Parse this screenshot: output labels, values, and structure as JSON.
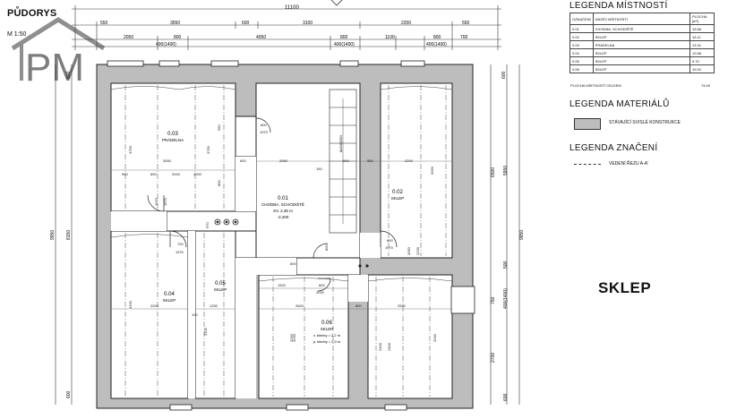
{
  "header": {
    "title": "PŮDORYS",
    "scale": "M 1:50",
    "logo_text": "PM"
  },
  "dimensions": {
    "overall": "11100",
    "top_row1": [
      "550",
      "3550",
      "600",
      "3100",
      "2200",
      "550"
    ],
    "top_row2": [
      "2050",
      "800",
      "4050",
      "800",
      "1100",
      "800",
      "700"
    ],
    "top_row2_sub": [
      "400(1400)",
      "400(1400)",
      "400(1400)"
    ],
    "left": [
      "600",
      "9950",
      "8150",
      "600"
    ],
    "right": [
      "600",
      "6500",
      "5950",
      "9950",
      "500",
      "400(1400)",
      "750",
      "2700",
      "600"
    ],
    "interior": [
      "3750",
      "3550",
      "3750",
      "2000",
      "950",
      "800",
      "2000",
      "2050",
      "950",
      "800",
      "150",
      "600",
      "2200",
      "3050",
      "550",
      "900",
      "700",
      "1970",
      "800",
      "1970",
      "670",
      "4150",
      "2200",
      "1250",
      "3700",
      "100",
      "1520",
      "600",
      "800",
      "2020",
      "2600",
      "3290",
      "800",
      "2550",
      "2400",
      "2400",
      "3290",
      "800",
      "1970",
      "800",
      "1970",
      "1970",
      "3050",
      "2200",
      "8x200/250",
      "3290"
    ]
  },
  "rooms": [
    {
      "id": "0.01",
      "name": "CHODBA, SCHODIŠTĚ",
      "extra": [
        "SV. 2,36 m",
        "-2,400"
      ]
    },
    {
      "id": "0.02",
      "name": "SKLEP",
      "extra": []
    },
    {
      "id": "0.03",
      "name": "PRÁDELNA",
      "extra": []
    },
    {
      "id": "0.04",
      "name": "SKLEP",
      "extra": []
    },
    {
      "id": "0.05",
      "name": "SKLEP",
      "extra": []
    },
    {
      "id": "0.06",
      "name": "SKLEP",
      "extra": [
        "v. klenby = 2,2 m",
        "p. klenby = 2,0 m"
      ]
    }
  ],
  "legend_rooms": {
    "title": "LEGENDA MÍSTNOSTÍ",
    "headers": [
      "OZNAČENÍ",
      "NÁZEV MÍSTNOSTI",
      "PLOCHA [m²]"
    ],
    "rows": [
      [
        "0.01",
        "CHODBA, SCHODIŠTĚ",
        "15.66"
      ],
      [
        "0.02",
        "SKLEP",
        "15.11"
      ],
      [
        "0.03",
        "PRÁDELNA",
        "13.31"
      ],
      [
        "0.04",
        "SKLEP",
        "10.58"
      ],
      [
        "0.05",
        "SKLEP",
        "5.70"
      ],
      [
        "0.06",
        "SKLEP",
        "19.92"
      ]
    ],
    "total_label": "PLOCHA MÍSTNOSTÍ CELKEM",
    "total_value": "74.00"
  },
  "legend_materials": {
    "title": "LEGENDA MATERIÁLŮ",
    "items": [
      {
        "label": "STÁVAJÍCÍ SVISLÉ KONSTRUKCE",
        "color": "#bdbdbd"
      }
    ]
  },
  "legend_marks": {
    "title": "LEGENDA ZNAČENÍ",
    "items": [
      {
        "label": "VEDENÍ ŘEZU A-A'"
      }
    ]
  },
  "floor_label": "SKLEP"
}
